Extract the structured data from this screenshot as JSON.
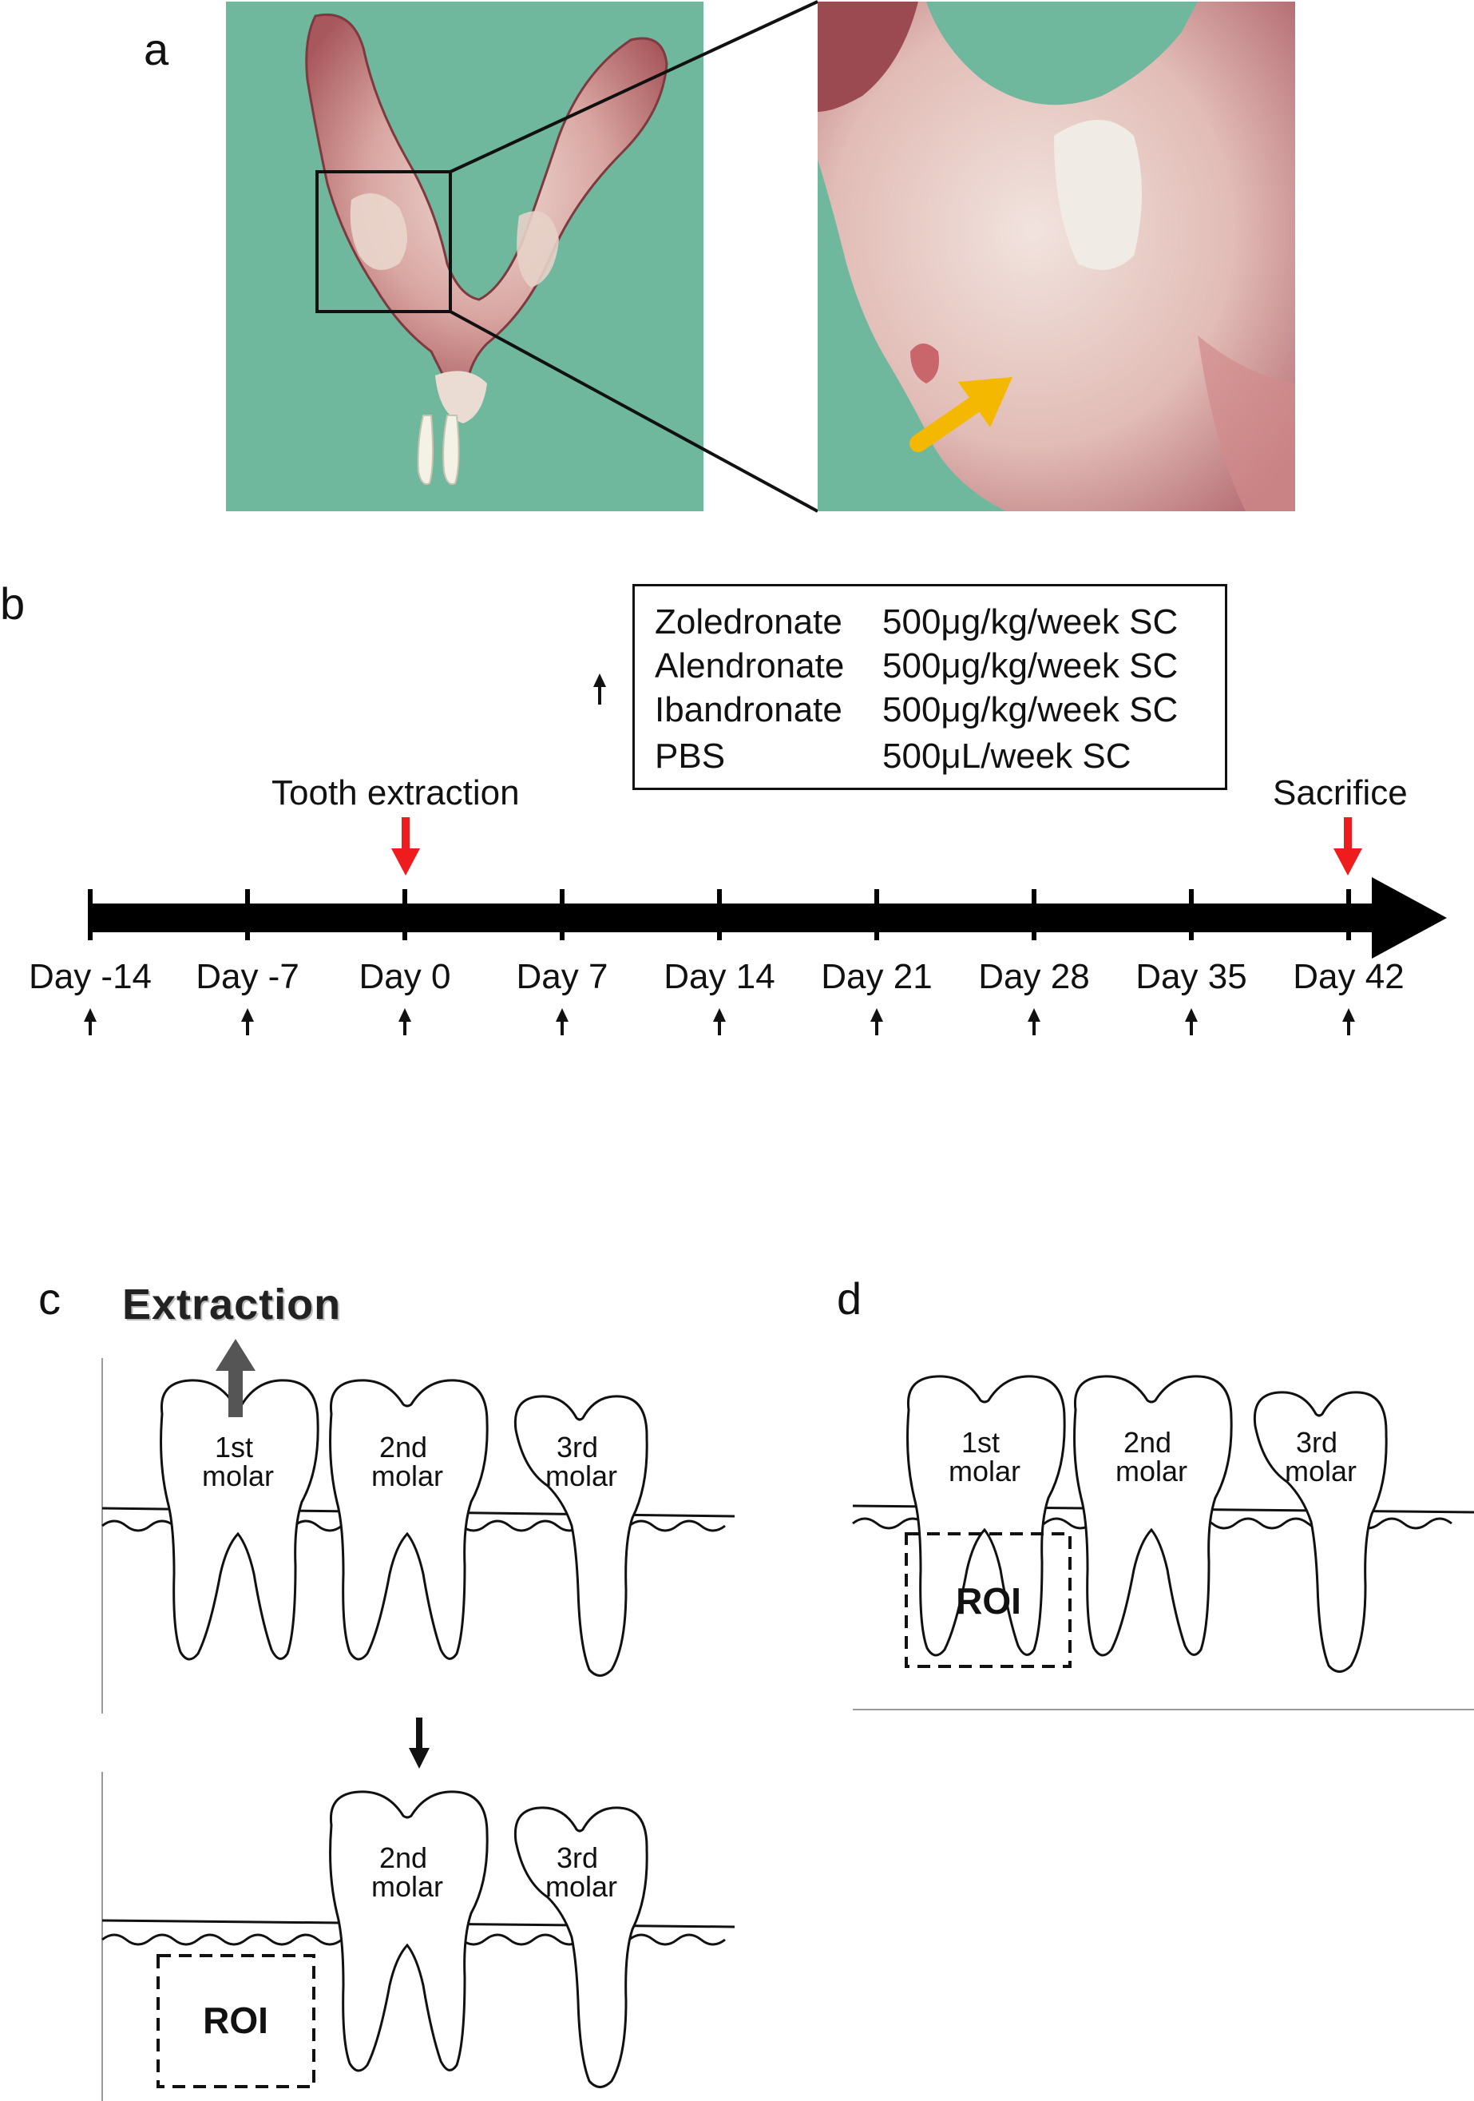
{
  "panels": {
    "a": "a",
    "b": "b",
    "c": "c",
    "d": "d"
  },
  "colors": {
    "photo_background": "#6fb89e",
    "tissue": "#c98f8f",
    "arrow_event": "#ee1c1c",
    "arrow_highlight": "#f5b800"
  },
  "dose_box": {
    "rows": [
      {
        "drug": "Zoledronate",
        "dose": "500μg/kg/week SC"
      },
      {
        "drug": "Alendronate",
        "dose": "500μg/kg/week SC"
      },
      {
        "drug": "Ibandronate",
        "dose": "500μg/kg/week SC"
      },
      {
        "drug": "PBS",
        "dose": "500μL/week SC"
      }
    ]
  },
  "timeline": {
    "days": [
      "Day -14",
      "Day -7",
      "Day 0",
      "Day 7",
      "Day 14",
      "Day 21",
      "Day 28",
      "Day 35",
      "Day 42"
    ],
    "events": {
      "extraction": "Tooth extraction",
      "sacrifice": "Sacrifice"
    }
  },
  "diagram_c": {
    "title": "Extraction",
    "teeth_before": [
      "1st\nmolar",
      "2nd\nmolar",
      "3rd\nmolar"
    ],
    "teeth_after": [
      "2nd\nmolar",
      "3rd\nmolar"
    ],
    "roi": "ROI"
  },
  "diagram_d": {
    "teeth": [
      "1st\nmolar",
      "2nd\nmolar",
      "3rd\nmolar"
    ],
    "roi": "ROI"
  }
}
